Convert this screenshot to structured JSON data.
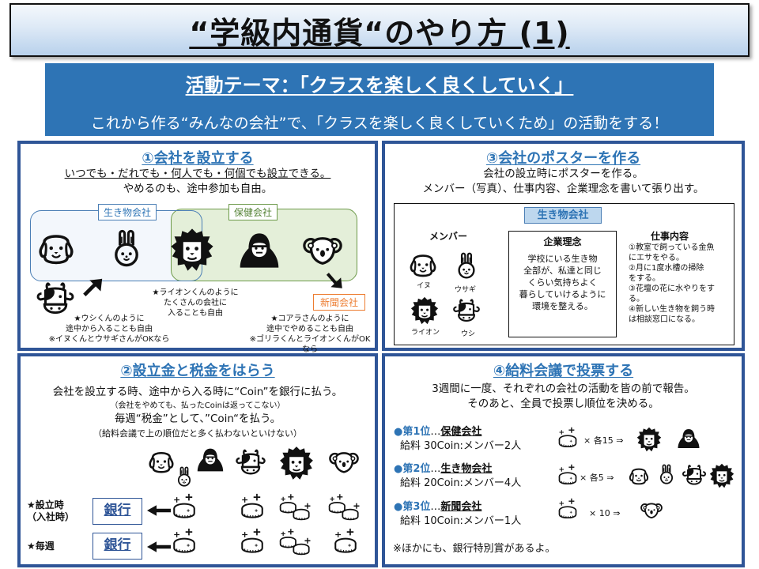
{
  "title": "“学級内通貨“のやり方 (1)",
  "banner": {
    "theme": "活動テーマ：「クラスを楽しく良くしていく」",
    "subtitle": "これから作る“みんなの会社”で、「クラスを楽しく良くしていくため」の活動をする！"
  },
  "colors": {
    "banner_blue": "#2e74b5",
    "panel_border": "#2f5597",
    "bio_group": "#4a7eb5",
    "health_group": "#6d9a4a",
    "news_group": "#ed7d31",
    "badge_bg": "#bdd7ee"
  },
  "section1": {
    "title": "①会社を設立する",
    "line1": "いつでも・だれでも・何人でも・何個でも設立できる。",
    "line2": "やめるのも、途中参加も自由。",
    "groups": {
      "bio": "生き物会社",
      "health": "保健会社",
      "news": "新聞会社"
    },
    "animals": [
      "dog",
      "rabbit",
      "lion",
      "gorilla",
      "koala",
      "cow"
    ],
    "note_cow": [
      "★ウシくんのように",
      "途中から入ることも自由",
      "※イヌくんとウサギさんがOKなら"
    ],
    "note_lion": [
      "★ライオンくんのように",
      "たくさんの会社に",
      "入ることも自由"
    ],
    "note_koala": [
      "★コアラさんのように",
      "途中でやめることも自由",
      "※ゴリラくんとライオンくんがOKなら"
    ]
  },
  "section2": {
    "title": "②設立金と税金をはらう",
    "line1": "会社を設立する時、途中から入る時に“Coin”を銀行に払う。",
    "line2": "（会社をやめても、払ったCoinは返ってこない）",
    "line3": "毎週“税金”として、”Coin“を払う。",
    "line4": "（給料会議で上の順位だと多く払わないといけない）",
    "rows": [
      {
        "label_line1": "★設立時",
        "label_line2": "（入社時）",
        "bank": "銀行"
      },
      {
        "label_line1": "★毎週",
        "label_line2": "",
        "bank": "銀行"
      }
    ]
  },
  "section3": {
    "title": "③会社のポスターを作る",
    "line1": "会社の設立時にポスターを作る。",
    "line2": "メンバー（写真）、仕事内容、企業理念を書いて張り出す。",
    "poster": {
      "company": "生き物会社",
      "members_heading": "メンバー",
      "members": [
        "イヌ",
        "ウサギ",
        "ライオン",
        "ウシ"
      ],
      "philosophy_heading": "企業理念",
      "philosophy": [
        "学校にいる生き物",
        "全部が、私達と同じ",
        "くらい気持ちよく",
        "暮らしていけるように",
        "環境を整える。"
      ],
      "duties_heading": "仕事内容",
      "duties": [
        "①教室で飼っている金魚",
        "にエサをやる。",
        "②月に1度水槽の掃除",
        "をする。",
        "③花壇の花に水やりをす",
        "る。",
        "④新しい生き物を飼う時",
        "は相談窓口になる。"
      ]
    }
  },
  "section4": {
    "title": "④給料会議で投票する",
    "line1": "3週間に一度、それぞれの会社の活動を皆の前で報告。",
    "line2": "そのあと、全員で投票し順位を決める。",
    "ranks": [
      {
        "bullet": "●",
        "rank": "第1位",
        "dots": "…",
        "company": "保健会社",
        "salary": "給料 30Coin:メンバー2人",
        "mult": "× 各15 ⇒"
      },
      {
        "bullet": "●",
        "rank": "第2位",
        "dots": "…",
        "company": "生き物会社",
        "salary": "給料 20Coin:メンバー4人",
        "mult": "× 各5 ⇒"
      },
      {
        "bullet": "●",
        "rank": "第3位",
        "dots": "…",
        "company": "新聞会社",
        "salary": "給料 10Coin:メンバー1人",
        "mult": "× 10 ⇒"
      }
    ],
    "footnote": "※ほかにも、銀行特別賞があるよ。"
  }
}
